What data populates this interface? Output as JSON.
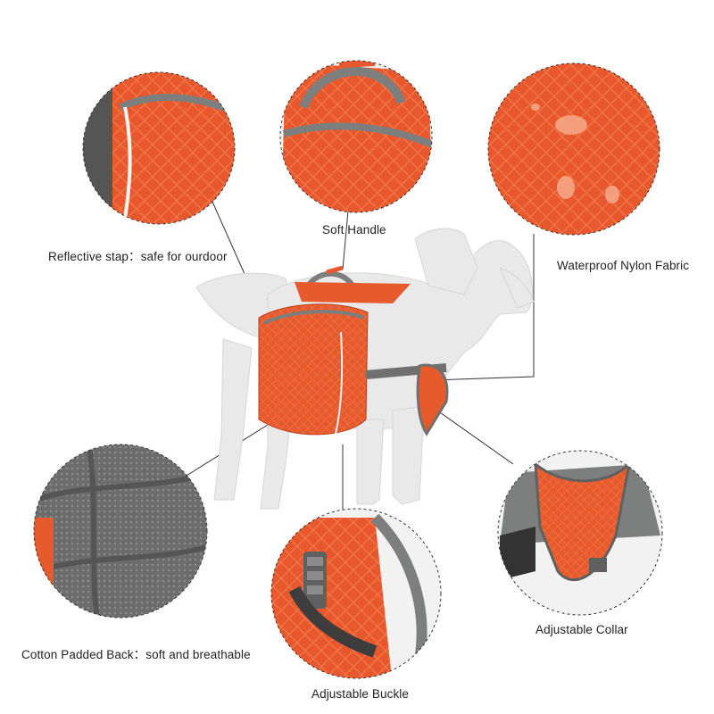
{
  "callouts": {
    "reflective_strap": "Reflective stap：safe for ourdoor",
    "soft_handle": "Soft Handle",
    "waterproof_fabric": "Waterproof Nylon Fabric",
    "padded_back": "Cotton Padded Back：soft and breathable",
    "adjustable_buckle": "Adjustable Buckle",
    "adjustable_collar": "Adjustable Collar"
  },
  "colors": {
    "bag_orange": "#e8582c",
    "bag_orange_dark": "#c9451f",
    "strap_gray": "#7d7f7e",
    "mannequin_white": "#e9e9e9",
    "mesh_gray": "#6f6f6f",
    "background": "#ffffff"
  }
}
